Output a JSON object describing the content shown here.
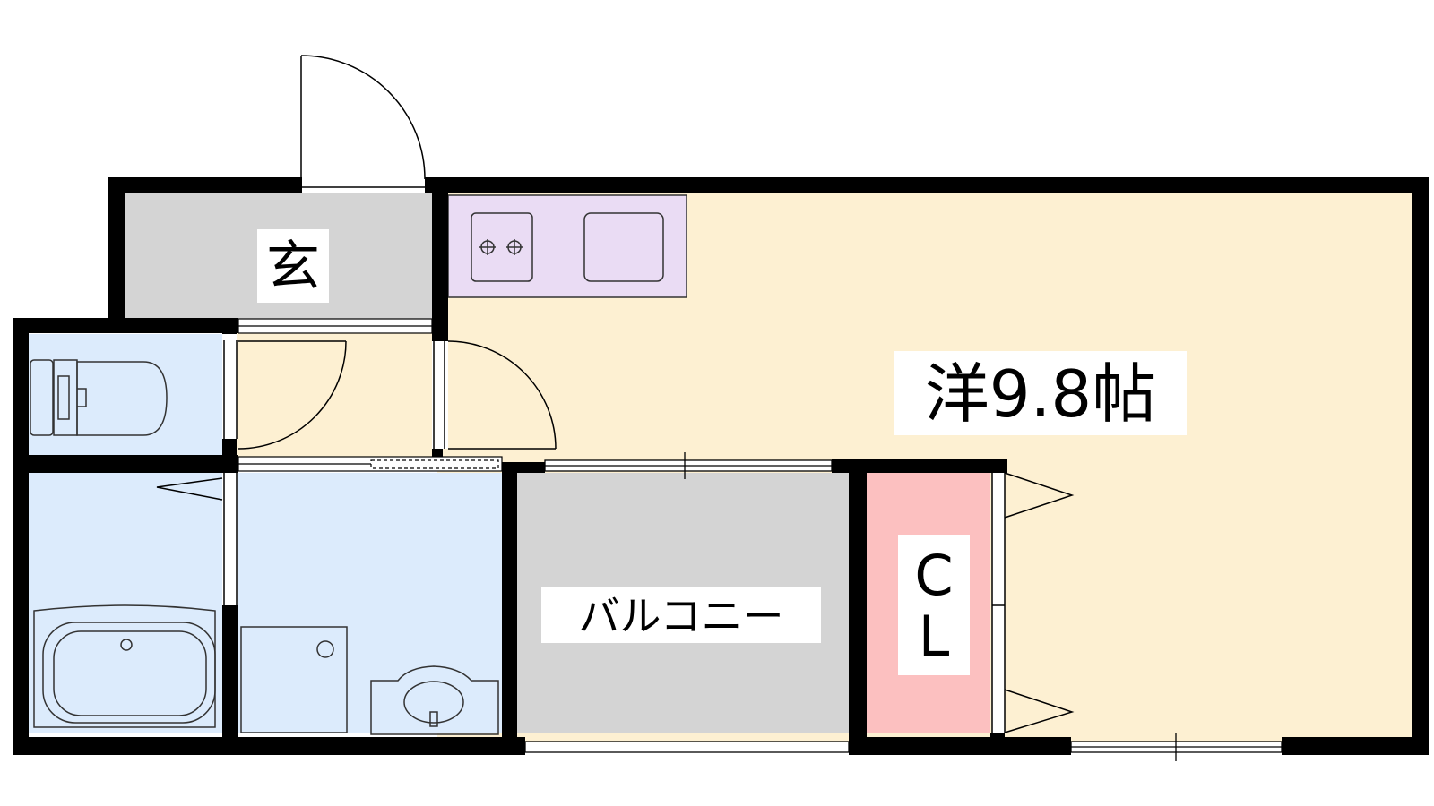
{
  "rooms": {
    "entrance": {
      "label": "玄"
    },
    "western_room": {
      "label": "洋9.8帖"
    },
    "balcony": {
      "label": "バルコニー"
    },
    "closet": {
      "label": "CL"
    }
  },
  "colors": {
    "room_fill": "#fdf0d2",
    "entrance_fill": "#d4d4d4",
    "balcony_fill": "#d4d4d4",
    "kitchen_fill": "#eadcf4",
    "wet_area_fill": "#dcebfc",
    "closet_fill": "#fcc0c0",
    "wall": "#000000"
  }
}
